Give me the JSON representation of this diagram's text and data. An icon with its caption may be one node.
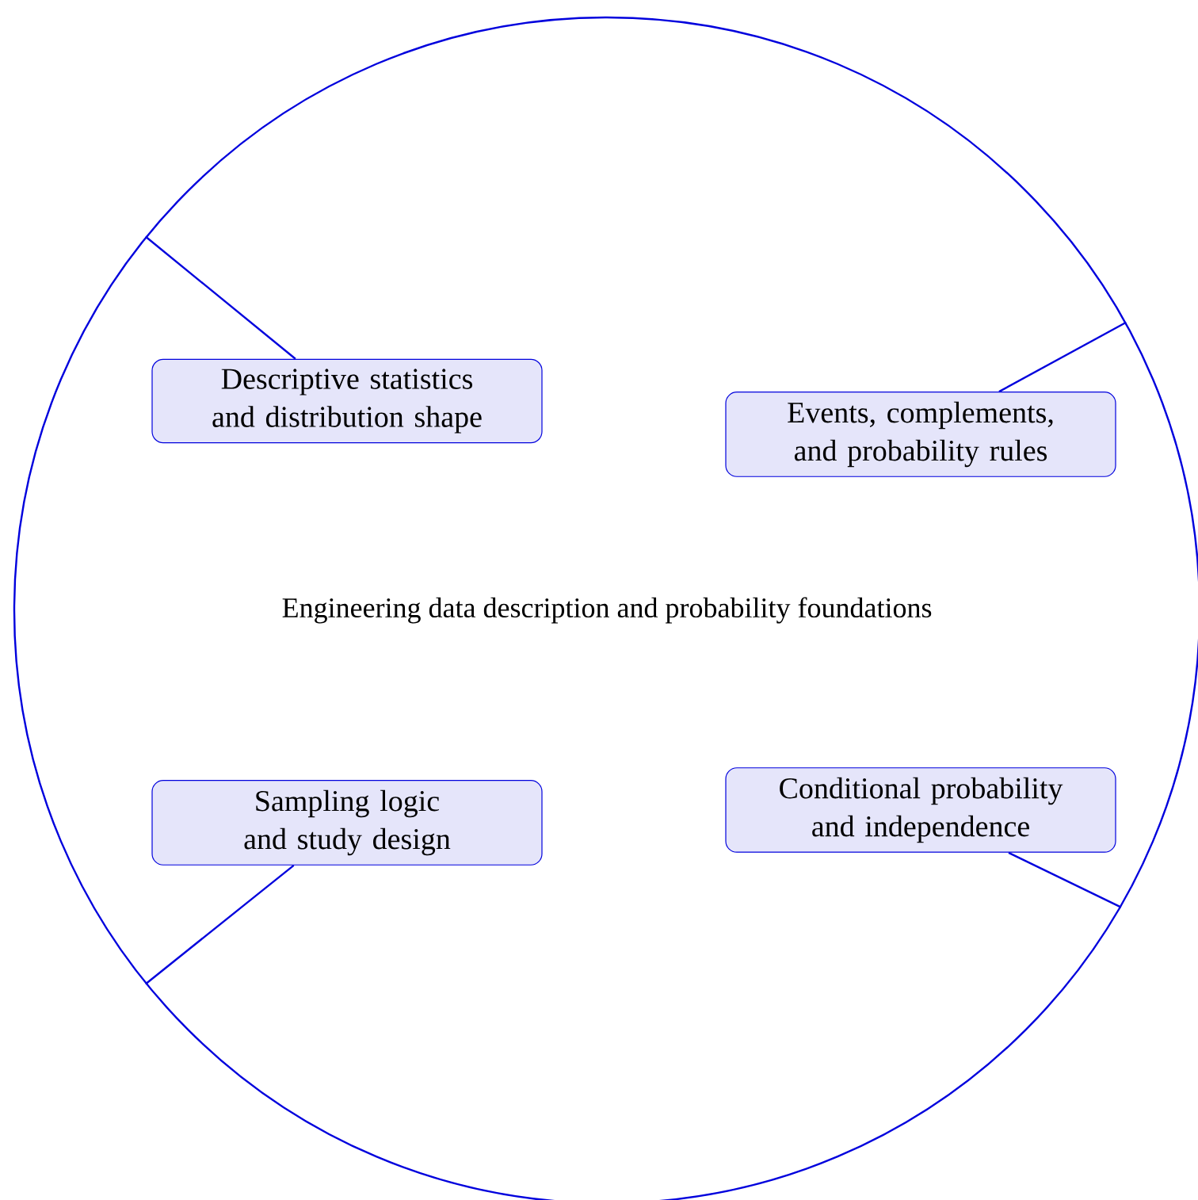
{
  "diagram": {
    "nodes": [
      {
        "text": [
          "Engineering data description and probability foundations"
        ]
      },
      {
        "text": [
          "Descriptive statistics and distribution shape"
        ],
        "in": 0
      },
      {
        "text": [
          "Events, complements, and probability rules"
        ],
        "in": 0
      },
      {
        "text": [
          "Sampling logic and study design"
        ],
        "in": 0
      },
      {
        "text": [
          "Conditional probability and independence"
        ],
        "in": 0
      }
    ],
    "edges": [
      {
        "from": 0,
        "to": 1,
        "arrow": "none"
      },
      {
        "from": 0,
        "to": 2,
        "arrow": "none"
      },
      {
        "from": 0,
        "to": 3,
        "arrow": "none"
      },
      {
        "from": 0,
        "to": 4,
        "arrow": "none"
      }
    ]
  }
}
